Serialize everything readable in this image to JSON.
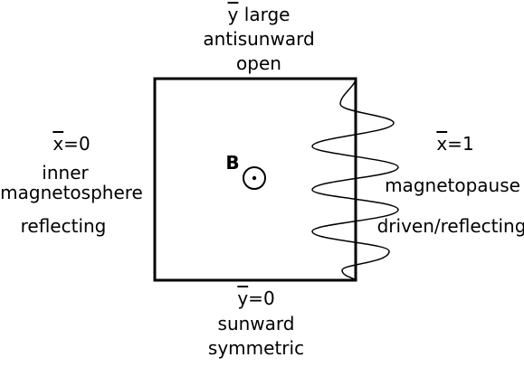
{
  "top": {
    "coord_var": "y",
    "coord_rest": " large",
    "line2": "antisunward",
    "line3": "open"
  },
  "bottom": {
    "coord_var": "y",
    "coord_rest": "=0",
    "line2": "sunward",
    "line3": "symmetric"
  },
  "left": {
    "coord_var": "x",
    "coord_rest": "=0",
    "line2": "inner",
    "line3": "magnetosphere",
    "line4": "reflecting"
  },
  "right": {
    "coord_var": "x",
    "coord_rest": "=1",
    "line2": "magnetopause",
    "line3": "driven/reflecting"
  },
  "field": {
    "label": "B",
    "symbol": "out-of-page-dot-circle"
  },
  "colors": {
    "stroke": "#000000",
    "background": "#ffffff"
  }
}
